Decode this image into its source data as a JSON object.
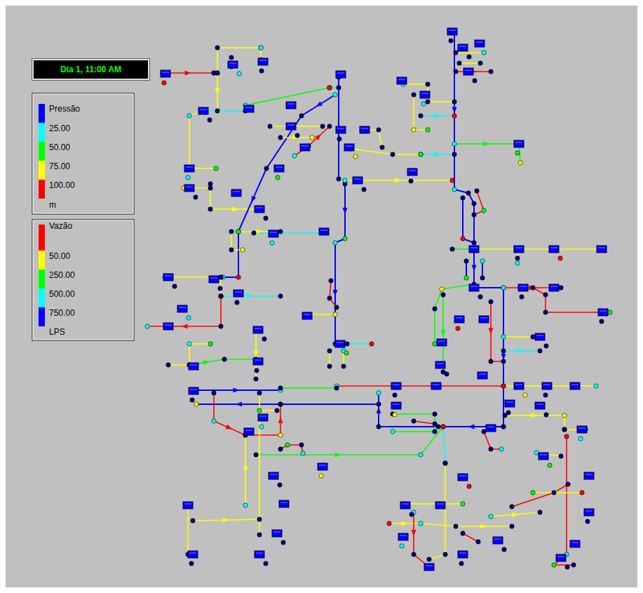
{
  "diagram": {
    "nodes": [
      {
        "text": [
          "Dia 1, 11:00 AM"
        ]
      }
    ],
    "labels": [
      "Pressão",
      "m",
      "Vazão",
      "LPS"
    ],
    "legend": [
      {
        "text": "25.00",
        "color": "#00ffff"
      },
      {
        "text": "50.00",
        "color": "#00ff00"
      },
      {
        "text": "75.00",
        "color": "#ffff00"
      },
      {
        "text": "100.00",
        "color": "#ff0000"
      },
      {
        "text": "50.00",
        "color": "#ffff00"
      },
      {
        "text": "250.00",
        "color": "#00ff00"
      },
      {
        "text": "500.00",
        "color": "#00ffff"
      },
      {
        "text": "750.00",
        "color": "#0000ff"
      }
    ]
  }
}
